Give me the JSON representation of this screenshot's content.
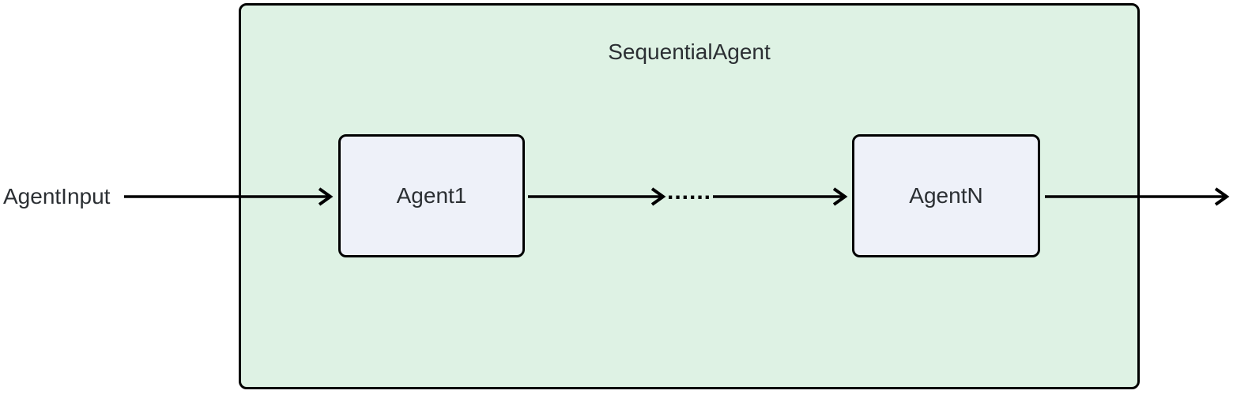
{
  "diagram": {
    "type": "flowchart-left-to-right",
    "input_label": "AgentInput",
    "container": {
      "label": "SequentialAgent"
    },
    "nodes": [
      {
        "id": "agent1",
        "label": "Agent1"
      },
      {
        "id": "agentn",
        "label": "AgentN"
      }
    ],
    "ellipsis_label": "......",
    "edges": [
      {
        "from": "AgentInput",
        "to": "Agent1"
      },
      {
        "from": "Agent1",
        "to": "......"
      },
      {
        "from": "......",
        "to": "AgentN"
      },
      {
        "from": "AgentN",
        "to": "output (off-canvas right)"
      }
    ]
  },
  "colors": {
    "bg": "#ffffff",
    "container-fill": "#def2e4",
    "container-stroke": "#000000",
    "node-fill": "#eef1f9",
    "node-stroke": "#000000",
    "text": "#2b2f33",
    "arrow": "#000000"
  }
}
